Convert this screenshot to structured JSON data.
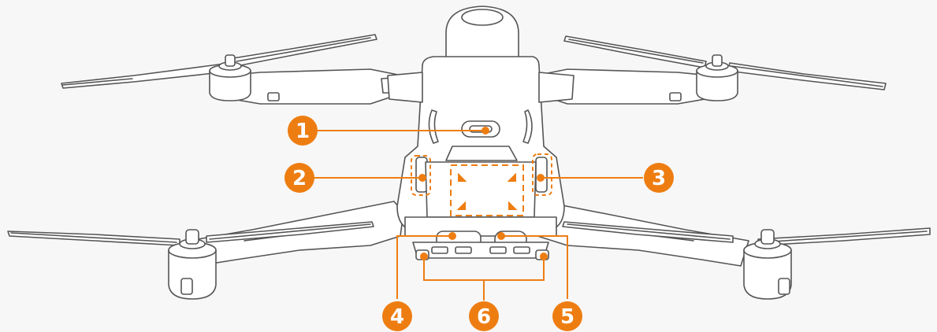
{
  "diagram": {
    "accent_color": "#ee7d11",
    "line_color": "#555555",
    "fill_color": "#ffffff",
    "callouts": [
      {
        "number": "1"
      },
      {
        "number": "2"
      },
      {
        "number": "3"
      },
      {
        "number": "4"
      },
      {
        "number": "5"
      },
      {
        "number": "6"
      }
    ]
  }
}
